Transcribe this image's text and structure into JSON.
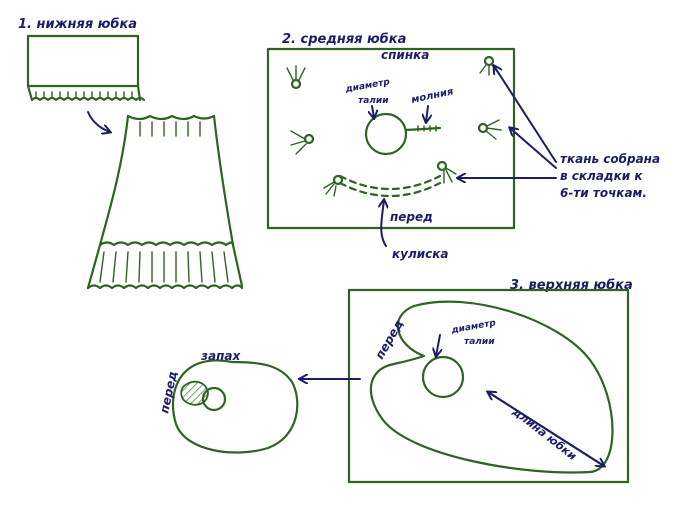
{
  "section1": {
    "title": "1. нижняя юбка"
  },
  "section2": {
    "title": "2. средняя юбка",
    "back_label": "спинка",
    "waist_label_1": "диаметр",
    "waist_label_2": "талии",
    "zipper_label": "молния",
    "front_label": "перед",
    "drawstring_label": "кулиска",
    "note_line1": "ткань собрана",
    "note_line2": "в складки к",
    "note_line3": "6-ти точкам."
  },
  "section3": {
    "title": "3. верхняя юбка",
    "front_label": "перед",
    "waist_label_1": "диаметр",
    "waist_label_2": "талии",
    "length_label": "длина юбки"
  },
  "wrap": {
    "front_label": "перед",
    "overlap_label": "запах"
  },
  "colors": {
    "line": "#2d6422",
    "text": "#1c1d66",
    "background": "#ffffff"
  }
}
